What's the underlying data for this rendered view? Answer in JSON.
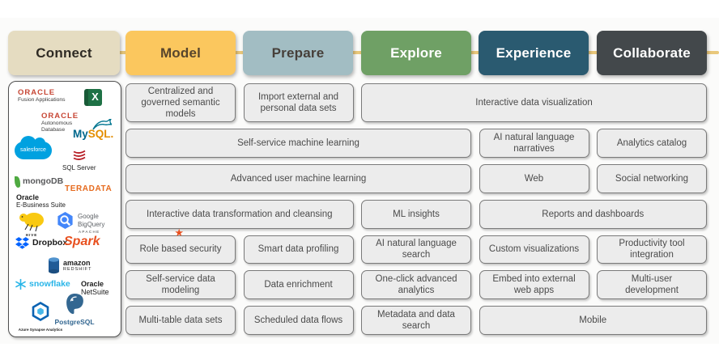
{
  "phases": [
    {
      "label": "Connect",
      "bg": "#e5dcc1",
      "fg": "#2f2b24"
    },
    {
      "label": "Model",
      "bg": "#fbc75e",
      "fg": "#57452c"
    },
    {
      "label": "Prepare",
      "bg": "#a2bdc3",
      "fg": "#463f39"
    },
    {
      "label": "Explore",
      "bg": "#6fa065",
      "fg": "#ffffff"
    },
    {
      "label": "Experience",
      "bg": "#2a5a70",
      "fg": "#ffffff"
    },
    {
      "label": "Collaborate",
      "bg": "#43484b",
      "fg": "#ffffff"
    }
  ],
  "colors": {
    "connector_line": "#e9c87b",
    "card_bg": "#ececec",
    "card_border": "#7a7a7a",
    "card_text": "#4b4b4b",
    "panel_border": "#4f4f4f"
  },
  "capabilities": [
    {
      "label": "Centralized and governed semantic models"
    },
    {
      "label": "Import external and personal data sets"
    },
    {
      "label": "Interactive data visualization"
    },
    {
      "label": "Self-service machine learning"
    },
    {
      "label": "AI natural language narratives"
    },
    {
      "label": "Analytics catalog"
    },
    {
      "label": "Advanced user machine learning"
    },
    {
      "label": "Web"
    },
    {
      "label": "Social networking"
    },
    {
      "label": "Interactive data transformation and cleansing"
    },
    {
      "label": "ML insights"
    },
    {
      "label": "Reports and dashboards"
    },
    {
      "label": "Role based security"
    },
    {
      "label": "Smart data profiling"
    },
    {
      "label": "AI natural language search"
    },
    {
      "label": "Custom visualizations"
    },
    {
      "label": "Productivity tool integration"
    },
    {
      "label": "Self-service data modeling"
    },
    {
      "label": "Data enrichment"
    },
    {
      "label": "One-click advanced analytics"
    },
    {
      "label": "Embed into external web apps"
    },
    {
      "label": "Multi-user development"
    },
    {
      "label": "Multi-table data sets"
    },
    {
      "label": "Scheduled data flows"
    },
    {
      "label": "Metadata and data search"
    },
    {
      "label": "Mobile"
    }
  ],
  "connect_sources": [
    {
      "name": "Oracle Fusion Applications",
      "brand": "ORACLE",
      "sub": "Fusion Applications"
    },
    {
      "name": "Microsoft Excel",
      "glyph": "X"
    },
    {
      "name": "Oracle Autonomous Database",
      "brand": "ORACLE",
      "sub_line1": "Autonomous",
      "sub_line2": "Database"
    },
    {
      "name": "MySQL",
      "part1": "My",
      "part2": "SQL."
    },
    {
      "name": "Salesforce",
      "label": "salesforce"
    },
    {
      "name": "Microsoft SQL Server",
      "label": "SQL Server"
    },
    {
      "name": "MongoDB",
      "label": "mongoDB"
    },
    {
      "name": "Teradata",
      "label": "TERADATA"
    },
    {
      "name": "Oracle E-Business Suite",
      "brand": "Oracle",
      "sub": "E-Business Suite"
    },
    {
      "name": "Apache Hive",
      "label": "HIVE"
    },
    {
      "name": "Google BigQuery",
      "line1": "Google",
      "line2": "BigQuery"
    },
    {
      "name": "Dropbox",
      "label": "Dropbox"
    },
    {
      "name": "Apache Spark",
      "part1": "APACHE",
      "part2": "Spark",
      "star": "★"
    },
    {
      "name": "Amazon Redshift",
      "part1": "amazon",
      "part2": "REDSHIFT"
    },
    {
      "name": "Snowflake",
      "label": "snowflake"
    },
    {
      "name": "Oracle NetSuite",
      "brand": "Oracle",
      "sub": "NetSuite"
    },
    {
      "name": "PostgreSQL",
      "label": "PostgreSQL"
    },
    {
      "name": "Azure Synapse Analytics",
      "label": "Azure Synapse Analytics"
    }
  ]
}
